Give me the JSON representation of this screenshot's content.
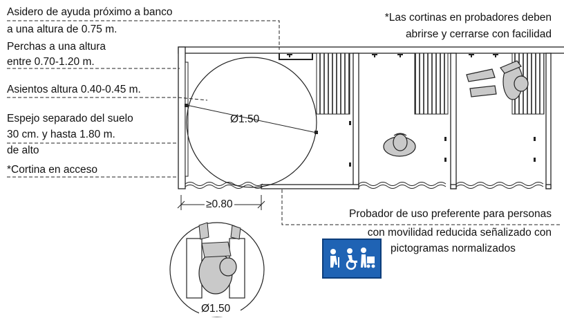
{
  "annotations": {
    "grab_bar_line1": "Asidero de ayuda próximo a banco",
    "grab_bar_line2": "a una altura de 0.75 m.",
    "hangers_line1": "Perchas a una altura",
    "hangers_line2": "entre 0.70-1.20 m.",
    "seats": "Asientos altura 0.40-0.45 m.",
    "mirror_line1": "Espejo separado del suelo",
    "mirror_line2": "30 cm. y  hasta 1.80 m.",
    "mirror_line3": "de alto",
    "curtain_access": "*Cortina en acceso"
  },
  "curtains_note": {
    "line1": "*Las cortinas en probadores deben",
    "line2": "abrirse y cerrarse con facilidad"
  },
  "preferential_note": {
    "line1": "Probador de uso preferente  para personas",
    "line2": "con movilidad reducida señalizado con",
    "line3": "pictogramas normalizados"
  },
  "dimensions": {
    "turning_circle": "Ø1.50",
    "door_width": "≥0.80",
    "detail_circle": "Ø1.50"
  },
  "colors": {
    "sign_blue": "#1f63b4",
    "line": "#222222",
    "fill_gray": "#c9c9c9"
  }
}
